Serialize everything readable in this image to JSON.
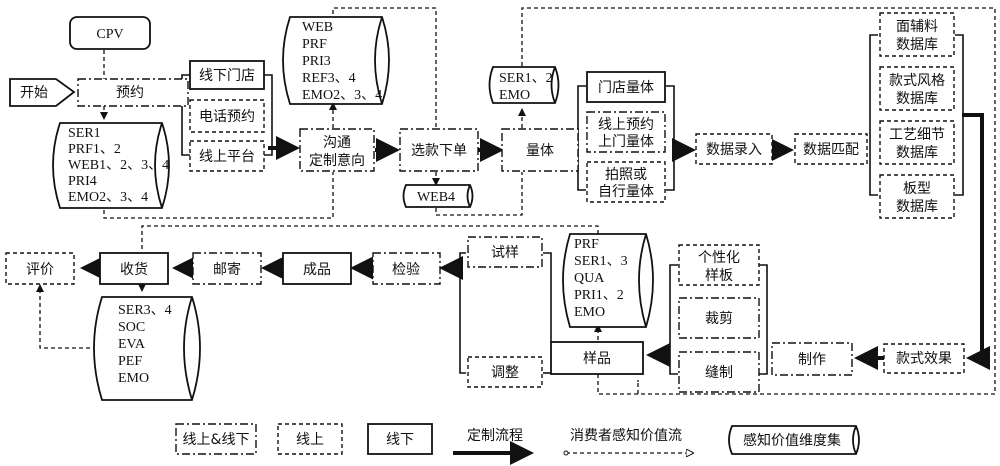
{
  "diagram": {
    "start": "开始",
    "cpv": "CPV",
    "reserve": "预约",
    "reserve_options": [
      "线下门店",
      "电话预约",
      "线上平台"
    ],
    "cyl_reserve": [
      "SER1",
      "PRF1、2",
      "WEB1、2、3、4",
      "PRI4",
      "EMO2、3、4"
    ],
    "communicate": [
      "沟通",
      "定制意向"
    ],
    "cyl_communicate": [
      "WEB",
      "PRF",
      "PRI3",
      "REF3、4",
      "EMO2、3、4"
    ],
    "select_order": "选款下单",
    "cyl_select": "WEB4",
    "measure": "量体",
    "cyl_measure": [
      "SER1、2",
      "EMO"
    ],
    "measure_options": [
      [
        "门店量体"
      ],
      [
        "线上预约",
        "上门量体"
      ],
      [
        "拍照或",
        "自行量体"
      ]
    ],
    "data_entry": "数据录入",
    "data_match": "数据匹配",
    "databases": [
      [
        "面辅料",
        "数据库"
      ],
      [
        "款式风格",
        "数据库"
      ],
      [
        "工艺细节",
        "数据库"
      ],
      [
        "板型",
        "数据库"
      ]
    ],
    "style_effect": "款式效果",
    "production": "制作",
    "production_steps": [
      [
        "个性化",
        "样板"
      ],
      [
        "裁剪"
      ],
      [
        "缝制"
      ]
    ],
    "sample": "样品",
    "cyl_sample": [
      "PRF",
      "SER1、3",
      "QUA",
      "PRI1、2",
      "EMO"
    ],
    "trial": "试样",
    "adjust": "调整",
    "inspect": "检验",
    "finished": "成品",
    "mail": "邮寄",
    "receive": "收货",
    "evaluate": "评价",
    "cyl_receive": [
      "SER3、4",
      "SOC",
      "EVA",
      "PEF",
      "EMO"
    ]
  },
  "legend": {
    "online_offline": "线上&线下",
    "online": "线上",
    "offline": "线下",
    "custom_flow": "定制流程",
    "value_flow": "消费者感知价值流",
    "dimension_set": "感知价值维度集"
  }
}
